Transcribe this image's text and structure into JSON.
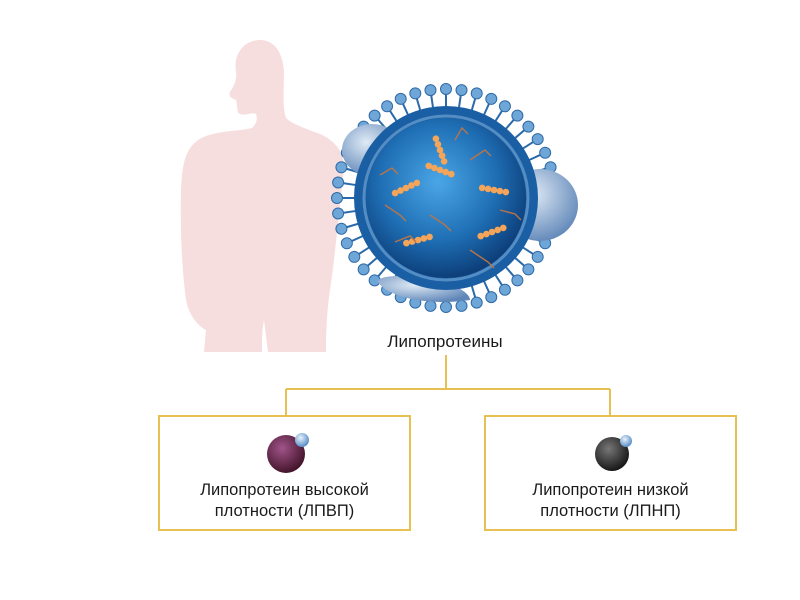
{
  "diagram": {
    "root_label": "Липопротеины",
    "children": [
      {
        "id": "hdl",
        "label_line1": "Липопротеин высокой",
        "label_line2": "плотности (ЛПВП)",
        "particle_color": "#6b2a4a"
      },
      {
        "id": "ldl",
        "label_line1": "Липопротеин низкой",
        "label_line2": "плотности (ЛПНП)",
        "particle_color": "#2c2c2c"
      }
    ]
  },
  "colors": {
    "connector": "#e6c050",
    "silhouette": "#f7dede",
    "particle_core": "#2a7fc1",
    "particle_shell": "#5a9ed6"
  },
  "icons": [
    "human-silhouette-icon",
    "lipoprotein-particle-icon",
    "hdl-particle-icon",
    "ldl-particle-icon"
  ]
}
